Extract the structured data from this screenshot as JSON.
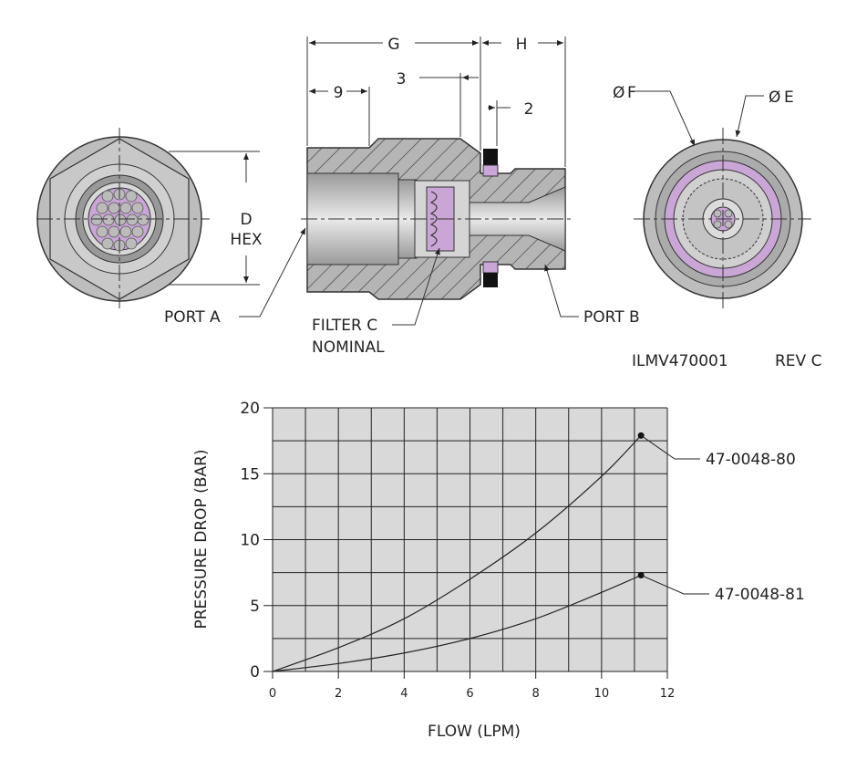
{
  "drawing": {
    "dimensions": {
      "G": "G",
      "H": "H",
      "nine": "9",
      "three": "3",
      "two": "2",
      "D": "D",
      "hex": "HEX",
      "F": "F",
      "E": "E",
      "diameter_symbol": "Ø"
    },
    "labels": {
      "port_a": "PORT A",
      "port_b": "PORT B",
      "filter_line1": "FILTER C",
      "filter_line2": "NOMINAL"
    },
    "part_number": "ILMV470001",
    "revision": "REV C",
    "colors": {
      "body": "#b8b8b8",
      "filter": "#c9a6d6",
      "seal": "#111111",
      "grid_bg": "#d9d9d9"
    }
  },
  "chart_data": {
    "type": "line",
    "xlabel": "FLOW (LPM)",
    "ylabel": "PRESSURE DROP (BAR)",
    "xlim": [
      0,
      12
    ],
    "ylim": [
      0,
      20
    ],
    "xticks": [
      "0",
      "2",
      "4",
      "6",
      "8",
      "10",
      "12"
    ],
    "yticks": [
      "0",
      "5",
      "10",
      "15",
      "20"
    ],
    "grid": true,
    "series": [
      {
        "name": "47-0048-80",
        "x": [
          0,
          2,
          4,
          6,
          8,
          10,
          11.2
        ],
        "y": [
          0,
          1.8,
          4,
          7,
          10.5,
          14.8,
          17.9
        ]
      },
      {
        "name": "47-0048-81",
        "x": [
          0,
          2,
          4,
          6,
          8,
          10,
          11.2
        ],
        "y": [
          0,
          0.6,
          1.4,
          2.5,
          4,
          6,
          7.3
        ]
      }
    ]
  }
}
